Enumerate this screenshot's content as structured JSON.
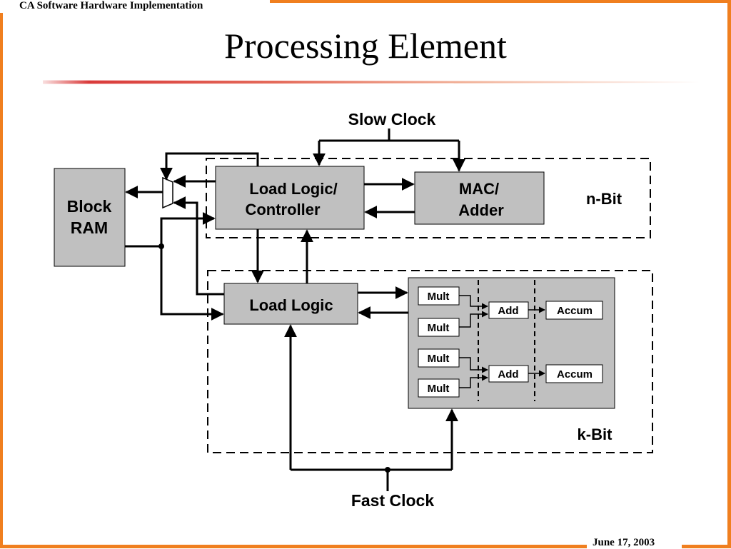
{
  "header": {
    "presentation_title": "CA Software Hardware Implementation"
  },
  "slide": {
    "title": "Processing Element"
  },
  "footer": {
    "date": "June 17, 2003"
  },
  "diagram": {
    "slow_clock": "Slow Clock",
    "fast_clock": "Fast Clock",
    "block_ram": [
      "Block",
      "RAM"
    ],
    "load_logic_controller": [
      "Load Logic/",
      "Controller"
    ],
    "mac_adder": [
      "MAC/",
      "Adder"
    ],
    "load_logic": "Load Logic",
    "n_bit": "n-Bit",
    "k_bit": "k-Bit",
    "mult_labels": [
      "Mult",
      "Mult",
      "Mult",
      "Mult"
    ],
    "add_labels": [
      "Add",
      "Add"
    ],
    "accum_labels": [
      "Accum",
      "Accum"
    ]
  },
  "colors": {
    "frame": "#f07f1f",
    "block_fill": "#c0c0c0",
    "title_rule": "#d93a3a"
  }
}
